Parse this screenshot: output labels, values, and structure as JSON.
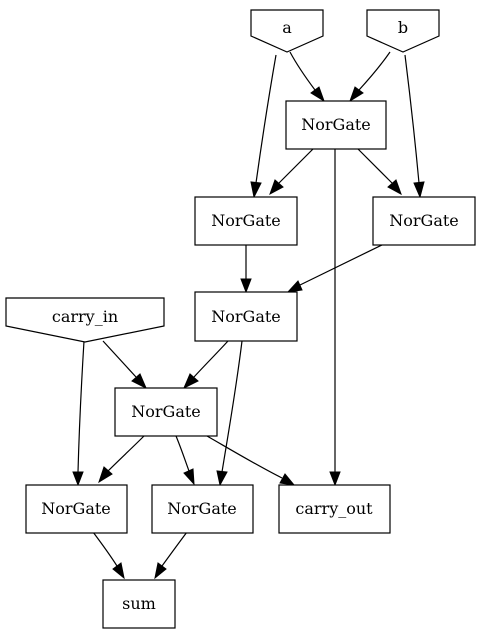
{
  "diagram": {
    "inputs": {
      "a": "a",
      "b": "b",
      "carry_in": "carry_in"
    },
    "gates": {
      "nor1": "NorGate",
      "nor2": "NorGate",
      "nor3": "NorGate",
      "nor4": "NorGate",
      "nor5": "NorGate",
      "nor6": "NorGate",
      "nor7": "NorGate"
    },
    "outputs": {
      "carry_out": "carry_out",
      "sum": "sum"
    },
    "edges": [
      {
        "from": "a",
        "to": "nor1"
      },
      {
        "from": "b",
        "to": "nor1"
      },
      {
        "from": "a",
        "to": "nor2"
      },
      {
        "from": "nor1",
        "to": "nor2"
      },
      {
        "from": "nor1",
        "to": "nor3"
      },
      {
        "from": "b",
        "to": "nor3"
      },
      {
        "from": "nor1",
        "to": "carry_out"
      },
      {
        "from": "nor2",
        "to": "nor4"
      },
      {
        "from": "nor3",
        "to": "nor4"
      },
      {
        "from": "nor4",
        "to": "nor5"
      },
      {
        "from": "carry_in",
        "to": "nor5"
      },
      {
        "from": "nor4",
        "to": "nor7"
      },
      {
        "from": "carry_in",
        "to": "nor6"
      },
      {
        "from": "nor5",
        "to": "nor6"
      },
      {
        "from": "nor5",
        "to": "nor7"
      },
      {
        "from": "nor5",
        "to": "carry_out"
      },
      {
        "from": "nor6",
        "to": "sum"
      },
      {
        "from": "nor7",
        "to": "sum"
      }
    ]
  }
}
